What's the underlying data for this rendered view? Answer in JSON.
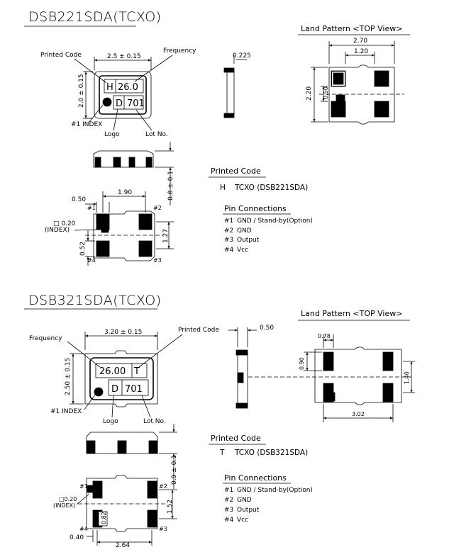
{
  "sections": [
    {
      "title": "DSB221SDA(TCXO)",
      "top_view": {
        "width_dim": "2.5 ± 0.15",
        "height_dim": "2.0 ± 0.15",
        "label_printed_code": "Printed Code",
        "label_frequency": "Frequency",
        "label_index": "#1 INDEX",
        "label_logo": "Logo",
        "label_lot": "Lot No.",
        "marking_code": "H",
        "marking_freq": "26.0",
        "marking_logo": "D",
        "marking_lot": "701"
      },
      "side_view": {
        "dim": "0.225"
      },
      "front_view": {
        "height_dim": "0.8 ± 0.1"
      },
      "bottom_view": {
        "pitch_dim": "1.90",
        "pad_width_dim": "0.50",
        "vertical_pitch_dim": "1.27",
        "pad_height_dim": "0.52",
        "index_dim": "□ 0.20",
        "index_label": "(INDEX)",
        "pins": [
          "#1",
          "#2",
          "#3",
          "#4"
        ]
      },
      "land_pattern": {
        "title": "Land Pattern <TOP View>",
        "outer_dim": "2.70",
        "inner_dim": "1.20",
        "height_dim": "2.20",
        "pad_dim": "0.50"
      },
      "printed_code": {
        "heading": "Printed Code",
        "code": "H",
        "description": "TCXO (DSB221SDA)"
      },
      "pin_connections": {
        "heading": "Pin Connections",
        "items": [
          {
            "pin": "#1",
            "desc": "GND / Stand-by(Option)"
          },
          {
            "pin": "#2",
            "desc": "GND"
          },
          {
            "pin": "#3",
            "desc": "Output"
          },
          {
            "pin": "#4",
            "desc": "Vcc"
          }
        ]
      }
    },
    {
      "title": "DSB321SDA(TCXO)",
      "top_view": {
        "width_dim": "3.20 ± 0.15",
        "height_dim": "2.50 ± 0.15",
        "label_printed_code": "Printed Code",
        "label_frequency": "Frequency",
        "label_index": "#1 INDEX",
        "label_logo": "Logo",
        "label_lot": "Lot No.",
        "marking_code": "T",
        "marking_freq": "26.00",
        "marking_logo": "D",
        "marking_lot": "701"
      },
      "side_view": {
        "dim": "0.50"
      },
      "front_view": {
        "height_dim": "0.9 ± 0.1"
      },
      "bottom_view": {
        "pitch_dim": "2.64",
        "pad_width_dim": "0.40",
        "vertical_pitch_dim": "1.52",
        "pad_height_dim": "0.82",
        "index_dim": "□0.20",
        "index_label": "(INDEX)",
        "pins": [
          "#1",
          "#2",
          "#3",
          "#4"
        ]
      },
      "land_pattern": {
        "title": "Land Pattern <TOP View>",
        "pad_width_dim": "0.78",
        "pad_height_dim": "0.90",
        "inner_dim": "1.40",
        "outer_dim": "3.02"
      },
      "printed_code": {
        "heading": "Printed Code",
        "code": "T",
        "description": "TCXO (DSB321SDA)"
      },
      "pin_connections": {
        "heading": "Pin Connections",
        "items": [
          {
            "pin": "#1",
            "desc": "GND / Stand-by(Option)"
          },
          {
            "pin": "#2",
            "desc": "GND"
          },
          {
            "pin": "#3",
            "desc": "Output"
          },
          {
            "pin": "#4",
            "desc": "Vcc"
          }
        ]
      }
    }
  ]
}
